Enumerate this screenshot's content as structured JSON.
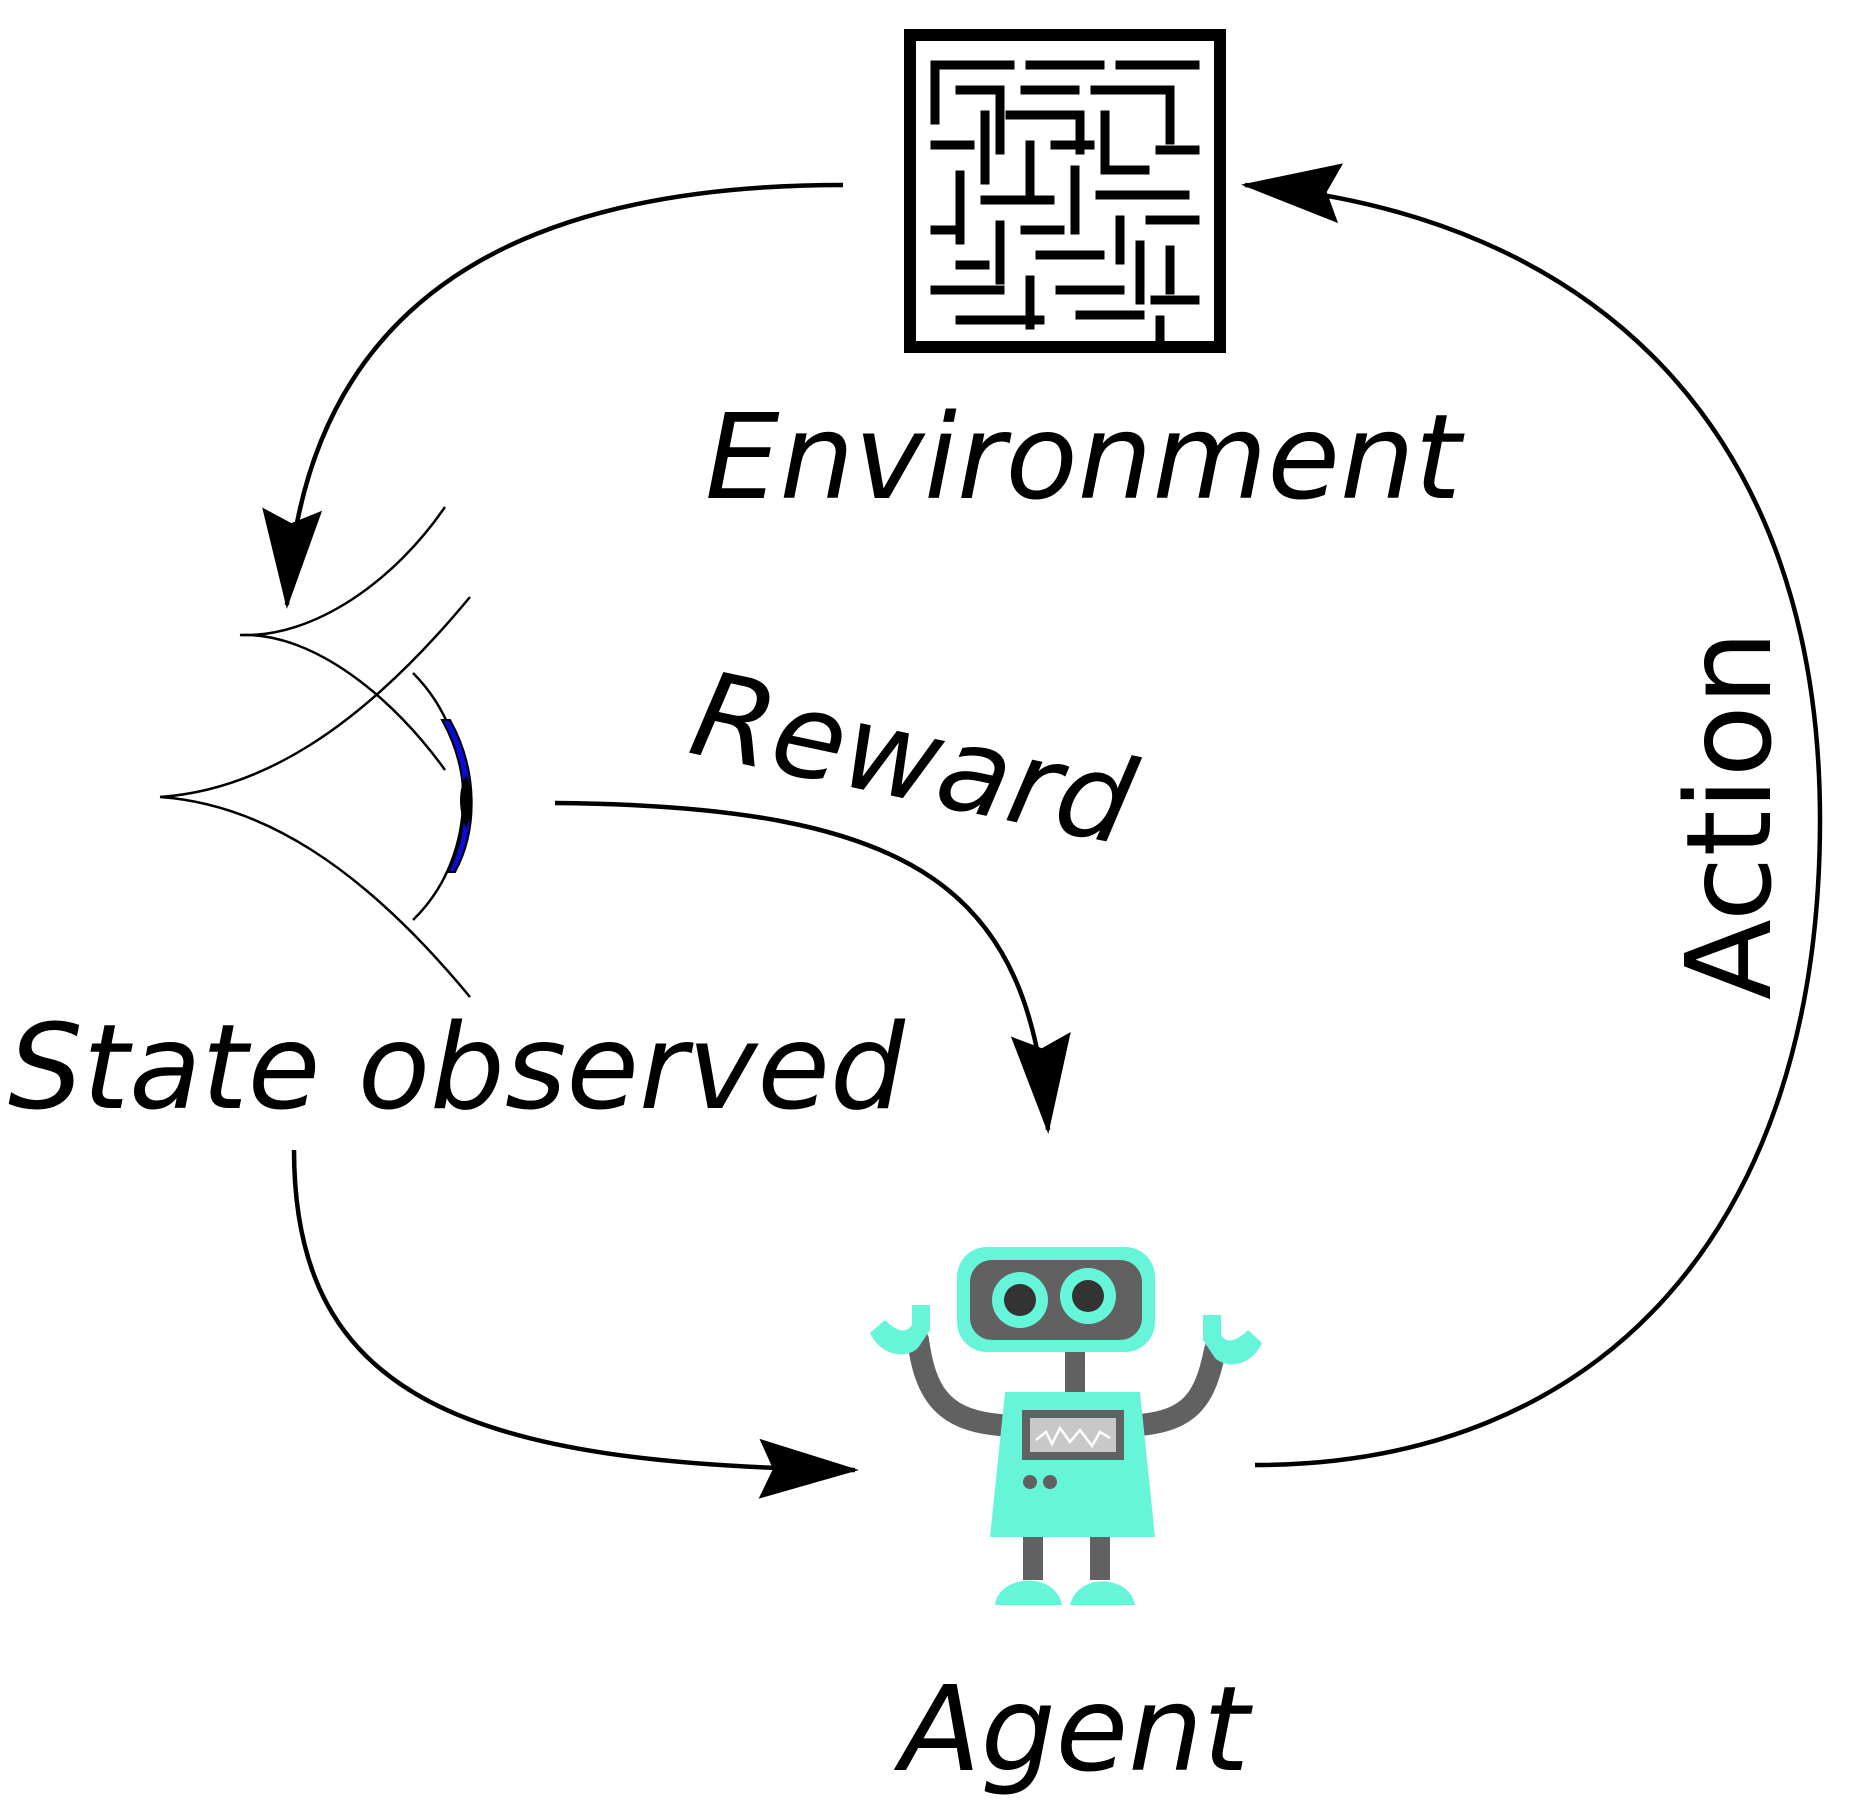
{
  "labels": {
    "environment": "Environment",
    "reward": "Reward",
    "state": "State observed",
    "agent": "Agent",
    "action": "Action"
  },
  "icons": {
    "environment": "maze-icon",
    "state": "eye-icon",
    "agent": "robot-icon"
  },
  "colors": {
    "ink": "#000000",
    "iris": "#0b0bd6",
    "robot_body": "#66f5d9",
    "robot_dark": "#616161",
    "robot_screen": "#c8c8c8"
  }
}
